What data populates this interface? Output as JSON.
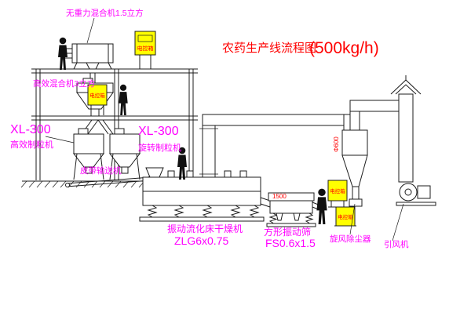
{
  "title": {
    "main": "农药生产线流程图",
    "capacity": "(500kg/h)"
  },
  "labels": {
    "mixer_top": "无重力混合机1.5立方",
    "mixer_mid": "高效混合机3立方",
    "granulator_left_model": "XL-300",
    "granulator_left_name": "高效制粒机",
    "granulator_mid_model": "XL-300",
    "granulator_mid_name": "旋转制粒机",
    "belt_conveyor": "皮带输送机",
    "dryer_name": "振动流化床干燥机",
    "dryer_model": "ZLG6x0.75",
    "sieve_name": "方形振动筛",
    "sieve_model": "FS0.6x1.5",
    "cyclone": "旋风除尘器",
    "fan": "引风机"
  },
  "annotations": {
    "dim_1500": "1500",
    "duct_dia": "Φ600",
    "control_box": "电控箱"
  },
  "colors": {
    "label": "#ff00ff",
    "title": "#ff0000",
    "annotation": "#ff0000",
    "cabinet_fill": "#ffff00",
    "line": "#1c1c1c",
    "background": "#ffffff"
  }
}
